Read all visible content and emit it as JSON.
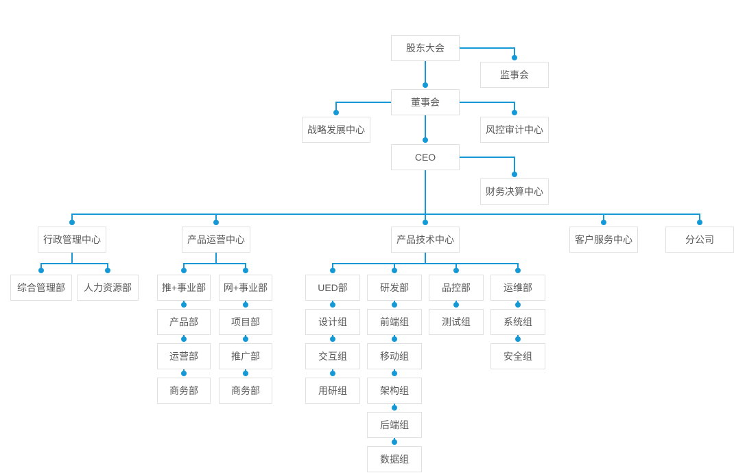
{
  "diagram": {
    "type": "org-chart",
    "background": "#FFFFFF"
  },
  "colors": {
    "connector": "#1499D6",
    "box_border": "#E0E0E0",
    "box_text": "#595959",
    "background": "#FFFFFF"
  },
  "nodes": [
    {
      "id": "shareholders-meeting",
      "label": "股东大会"
    },
    {
      "id": "supervisory-board",
      "label": "监事会"
    },
    {
      "id": "board-of-directors",
      "label": "董事会"
    },
    {
      "id": "strategic-development-center",
      "label": "战略发展中心"
    },
    {
      "id": "risk-control-audit-center",
      "label": "风控审计中心"
    },
    {
      "id": "ceo",
      "label": "CEO"
    },
    {
      "id": "financial-settlement-center",
      "label": "财务决算中心"
    },
    {
      "id": "admin-management-center",
      "label": "行政管理中心"
    },
    {
      "id": "product-operations-center",
      "label": "产品运营中心"
    },
    {
      "id": "product-technology-center",
      "label": "产品技术中心"
    },
    {
      "id": "customer-service-center",
      "label": "客户服务中心"
    },
    {
      "id": "branch-company",
      "label": "分公司"
    },
    {
      "id": "general-management-dept",
      "label": "综合管理部"
    },
    {
      "id": "human-resources-dept",
      "label": "人力资源部"
    },
    {
      "id": "tui-business-division",
      "label": "推+事业部"
    },
    {
      "id": "wang-business-division",
      "label": "网+事业部"
    },
    {
      "id": "product-dept",
      "label": "产品部"
    },
    {
      "id": "operations-dept",
      "label": "运营部"
    },
    {
      "id": "business-dept-1",
      "label": "商务部"
    },
    {
      "id": "project-dept",
      "label": "项目部"
    },
    {
      "id": "promotion-dept",
      "label": "推广部"
    },
    {
      "id": "business-dept-2",
      "label": "商务部"
    },
    {
      "id": "ued-dept",
      "label": "UED部"
    },
    {
      "id": "design-team",
      "label": "设计组"
    },
    {
      "id": "interaction-team",
      "label": "交互组"
    },
    {
      "id": "user-research-team",
      "label": "用研组"
    },
    {
      "id": "rd-dept",
      "label": "研发部"
    },
    {
      "id": "frontend-team",
      "label": "前端组"
    },
    {
      "id": "mobile-team",
      "label": "移动组"
    },
    {
      "id": "architecture-team",
      "label": "架构组"
    },
    {
      "id": "backend-team",
      "label": "后端组"
    },
    {
      "id": "data-team",
      "label": "数据组"
    },
    {
      "id": "quality-control-dept",
      "label": "品控部"
    },
    {
      "id": "testing-team",
      "label": "测试组"
    },
    {
      "id": "operations-maintenance-dept",
      "label": "运维部"
    },
    {
      "id": "system-team",
      "label": "系统组"
    },
    {
      "id": "security-team",
      "label": "安全组"
    }
  ],
  "edges": [
    [
      "股东大会",
      "监事会"
    ],
    [
      "股东大会",
      "董事会"
    ],
    [
      "董事会",
      "战略发展中心"
    ],
    [
      "董事会",
      "风控审计中心"
    ],
    [
      "董事会",
      "CEO"
    ],
    [
      "CEO",
      "财务决算中心"
    ],
    [
      "CEO",
      "行政管理中心"
    ],
    [
      "CEO",
      "产品运营中心"
    ],
    [
      "CEO",
      "产品技术中心"
    ],
    [
      "CEO",
      "客户服务中心"
    ],
    [
      "CEO",
      "分公司"
    ],
    [
      "行政管理中心",
      "综合管理部"
    ],
    [
      "行政管理中心",
      "人力资源部"
    ],
    [
      "产品运营中心",
      "推+事业部"
    ],
    [
      "产品运营中心",
      "网+事业部"
    ],
    [
      "推+事业部",
      "产品部"
    ],
    [
      "产品部",
      "运营部"
    ],
    [
      "运营部",
      "商务部"
    ],
    [
      "网+事业部",
      "项目部"
    ],
    [
      "项目部",
      "推广部"
    ],
    [
      "推广部",
      "商务部"
    ],
    [
      "产品技术中心",
      "UED部"
    ],
    [
      "产品技术中心",
      "研发部"
    ],
    [
      "产品技术中心",
      "品控部"
    ],
    [
      "产品技术中心",
      "运维部"
    ],
    [
      "UED部",
      "设计组"
    ],
    [
      "设计组",
      "交互组"
    ],
    [
      "交互组",
      "用研组"
    ],
    [
      "研发部",
      "前端组"
    ],
    [
      "前端组",
      "移动组"
    ],
    [
      "移动组",
      "架构组"
    ],
    [
      "架构组",
      "后端组"
    ],
    [
      "后端组",
      "数据组"
    ],
    [
      "品控部",
      "测试组"
    ],
    [
      "运维部",
      "系统组"
    ],
    [
      "系统组",
      "安全组"
    ]
  ]
}
